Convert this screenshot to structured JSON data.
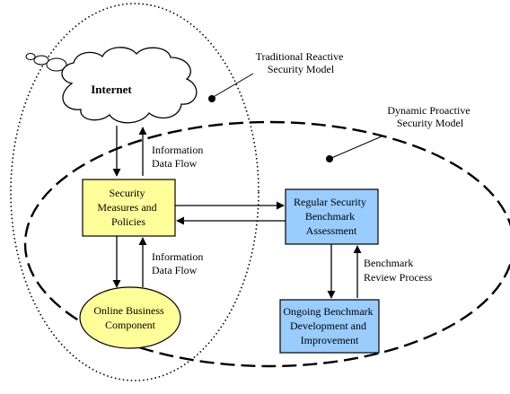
{
  "labels": {
    "internet": "Internet",
    "traditional": [
      "Traditional Reactive",
      "Security Model"
    ],
    "dynamic": [
      "Dynamic Proactive",
      "Security Model"
    ],
    "flow_top": [
      "Information",
      "Data Flow"
    ],
    "flow_bottom": [
      "Information",
      "Data Flow"
    ],
    "security_box": [
      "Security",
      "Measures and",
      "Policies"
    ],
    "online_business": [
      "Online Business",
      "Component"
    ],
    "regular_benchmark": [
      "Regular Security",
      "Benchmark",
      "Assessment"
    ],
    "ongoing_benchmark": [
      "Ongoing Benchmark",
      "Development and",
      "Improvement"
    ],
    "review_process": [
      "Benchmark",
      "Review Process"
    ]
  },
  "colors": {
    "yellow_fill": "#ffff99",
    "blue_fill": "#99ccff",
    "stroke": "#000000"
  }
}
